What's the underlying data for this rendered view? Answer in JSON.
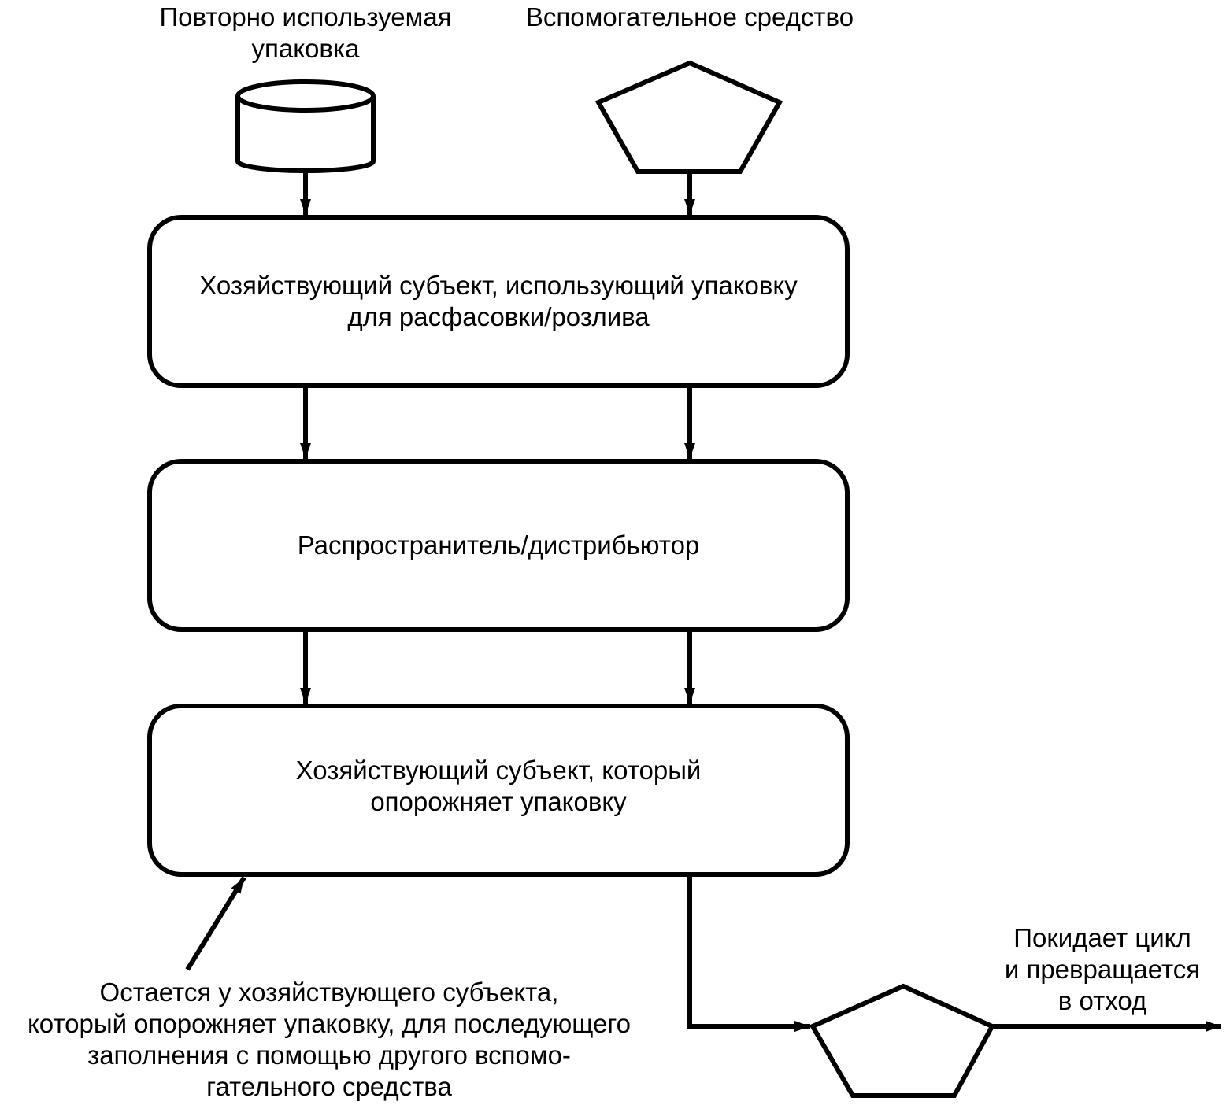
{
  "labels": {
    "reusable_packaging": [
      "Повторно используемая",
      "упаковка"
    ],
    "auxiliary_means": "Вспомогательное средство",
    "leaves_cycle": [
      "Покидает цикл",
      "и превращается",
      "в отход"
    ],
    "remains_note": [
      "Остается у хозяйствующего субъекта,",
      "который опорожняет упаковку, для последующего",
      "заполнения с помощью другого вспомо-",
      "гательного средства"
    ]
  },
  "boxes": {
    "filler": [
      "Хозяйствующий субъект, использующий упаковку",
      "для расфасовки/розлива"
    ],
    "distributor": [
      "Распространитель/дистрибьютор"
    ],
    "emptier": [
      "Хозяйствующий субъект, который",
      "опорожняет упаковку"
    ]
  },
  "colors": {
    "stroke": "#000000",
    "fill": "#ffffff"
  },
  "icons": {
    "reusable_packaging": "cylinder-icon",
    "auxiliary_means": "pentagon-icon",
    "waste": "pentagon-icon"
  }
}
